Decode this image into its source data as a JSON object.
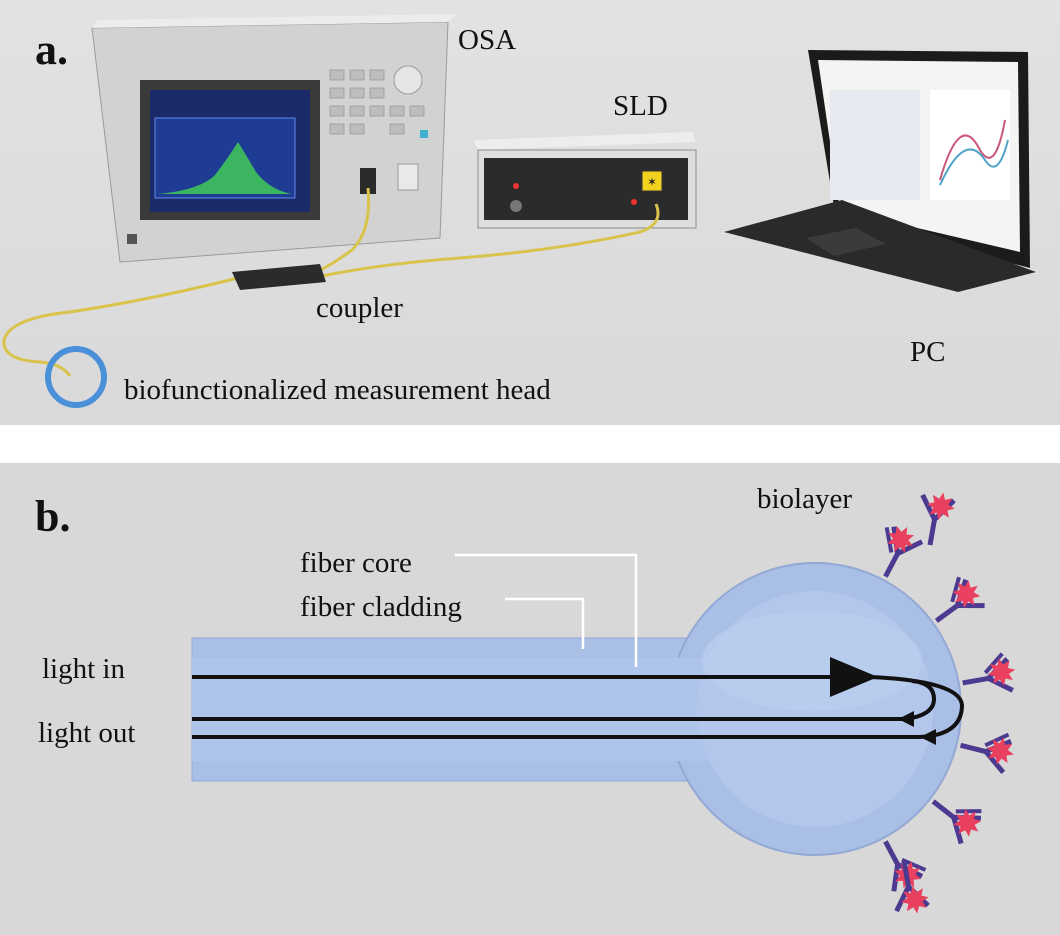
{
  "panel_a": {
    "letter": "a.",
    "labels": {
      "osa": "OSA",
      "sld": "SLD",
      "coupler": "coupler",
      "pc": "PC",
      "head": "biofunctionalized measurement head"
    }
  },
  "panel_b": {
    "letter": "b.",
    "labels": {
      "biolayer": "biolayer",
      "fiber_core": "fiber core",
      "fiber_cladding": "fiber cladding",
      "light_in": "light in",
      "light_out": "light out"
    }
  },
  "colors": {
    "fiber_yellow": "#d9c34a",
    "fiber_blue": "#a9bfe6",
    "antibody_purple": "#4b3a8f",
    "antigen_red": "#e8405e",
    "head_marker": "#4a90d9"
  }
}
